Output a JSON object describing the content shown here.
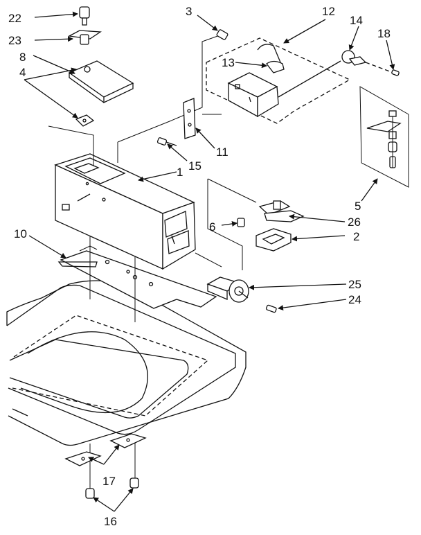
{
  "diagram": {
    "callouts": {
      "p22": "22",
      "p23": "23",
      "p8": "8",
      "p4": "4",
      "p3": "3",
      "p12": "12",
      "p14": "14",
      "p18": "18",
      "p13": "13",
      "p1": "1",
      "p11": "11",
      "p15": "15",
      "p5": "5",
      "p6": "6",
      "p26": "26",
      "p2": "2",
      "p10": "10",
      "p25": "25",
      "p24": "24",
      "p17": "17",
      "p16": "16"
    }
  }
}
